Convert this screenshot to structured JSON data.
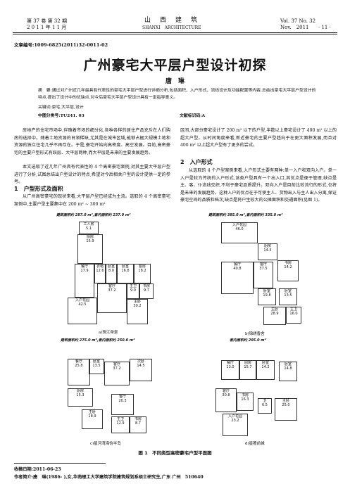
{
  "header": {
    "vol_issue_cn": "第 37 卷 第 32 期",
    "date_cn": "2 0 1 1 年 1 1 月",
    "journal_cn": "山　西　建　筑",
    "journal_en": "SHANXI　ARCHITECTURE",
    "vol_issue_en": "Vol. 37 No. 32",
    "date_en": "Nov.　2011",
    "page": "· 11 ·"
  },
  "article": {
    "article_no": "文章编号:1009-6825(2011)32-0011-02",
    "title": "广州豪宅大平层户型设计初探",
    "author": "唐　琳",
    "abstract": "摘　要:通过对广州近几年最具有代表性的豪宅大平层户型进行详细分析,包括面积、入户形式、流线设计及功能配置等内容,总结出豪宅大平层户型设计的特点,提出了设计中的优缺点,对今后豪宅大平层户型设计具有一定指导意义。",
    "keywords": "关键词:豪宅,大平层,设计",
    "clc": "中图分类号:TU241. 03",
    "doc_code": "文献标识码:A"
  },
  "body": {
    "left_p1": "房地产的住宅市场中,伴随着市场的细分化,各种各样的居住产品充斥在人们购房的选择中。随着土地资源的日渐稀缺,尤其是在城市区域,能够占据大规模土地和资源的独立住宅几乎不再存在。于是,豪宅开始向高密度、高空发展。目前,高密豪宅的主要户型形式有跃层、大平层两种,而大平层是未来的主要发展趋势。",
    "left_p2": "本文选取了近几年广州具有代表性的 4 个高密豪宅案例,对其主要大平层户型进行了分析,试图总结出户型设计的特点,希望对今后相关户型的设计提供一定的参考。",
    "sec1": "1　户型形式及面积",
    "left_p3": "从广州高密豪宅的现状来看,大平层户型已经成为主流。选取的 4 个高密豪宅案例中,主要户型主要集中在 200 m² ~ 300 m²",
    "right_p1": "区间,大部分豪宅设计了 200 m² 以下的户型,半数以上豪宅设计了 400 m² 以上的超大户型。从时间角度来看,新近豪宅的主要户型趋向于在更大面积发展,而且对 400 m² 以上超大户型有了更多的尝试。",
    "sec2": "2　入户形式",
    "right_p2": "从选取的 4 个户型案例来看,入户形式主要有两种:单一入户和双向入户。单一入户是较为传统的入户形式,该类户型具有一个出入口,其优点是便于管理,缺点是主、客、仆流线交织,不利于豪宅品质提升。双向入户是目前比较流行的形式,也将是未来的发展趋势。这种入户的优点在于可使主人、货物出入与主人出入分离,保证豪宅空间的品质和档次,缺点是将户生较大的公摊面积和交通面积(见图 1)。"
  },
  "figure": {
    "area_a": "建筑面积约 287.0 m²,套内面积约 237.0 m²",
    "area_b": "建筑面积约 385.0 m²,套内面积约 335.0 m²",
    "area_c": "建筑面积约 275.0 m²,套内面积约 250.0 m²",
    "area_d": "套内面积约 205.0 m²",
    "cap_a": "a)珠江帝景",
    "cap_b": "b)锦绣香舍",
    "cap_c": "c)星河湾海怡半岛",
    "cap_d": "d)星著前城",
    "caption": "图 1　不同类型高密豪宅户型平面图",
    "rooms_a": [
      {
        "name": "工人房",
        "val": "5.1"
      },
      {
        "name": "厨房",
        "val": "15.9"
      },
      {
        "name": "餐厅",
        "val": "17.9"
      },
      {
        "name": "衣帽",
        "val": "12.6"
      },
      {
        "name": "卧室",
        "val": "8.0"
      },
      {
        "name": "卧室",
        "val": "16.8"
      },
      {
        "name": "客房",
        "val": "18.2"
      },
      {
        "name": "入户花园",
        "val": "42.5"
      },
      {
        "name": "客厅",
        "val": "37.2"
      },
      {
        "name": "主卧",
        "val": "30.2"
      },
      {
        "name": "主卫",
        "val": "9.0"
      },
      {
        "name": "书房",
        "val": "9.7"
      }
    ],
    "rooms_b": [
      {
        "name": "入户花园",
        "val": "46.0"
      },
      {
        "name": "餐厅",
        "val": "40.8"
      },
      {
        "name": "厨房",
        "val": "14.5"
      },
      {
        "name": "客厅",
        "val": "37.5"
      },
      {
        "name": "书房",
        "val": "14.2"
      },
      {
        "name": "卧室",
        "val": "19.8"
      },
      {
        "name": "卧室",
        "val": "13.5"
      },
      {
        "name": "主卧",
        "val": "28.9"
      },
      {
        "name": "主卫",
        "val": "16.0"
      }
    ],
    "rooms_c": [
      {
        "name": "餐厅",
        "val": "25.8"
      },
      {
        "name": "卧室",
        "val": "13.5"
      },
      {
        "name": "客厅",
        "val": "37.2"
      },
      {
        "name": "次卧",
        "val": "14.5"
      },
      {
        "name": "厨房",
        "val": "15.3"
      },
      {
        "name": "客厅",
        "val": "20.3"
      },
      {
        "name": "主卧",
        "val": "18.9"
      },
      {
        "name": "主卫",
        "val": "12.9"
      },
      {
        "name": "书房",
        "val": "8.7"
      }
    ],
    "rooms_d": [
      {
        "name": "餐厅",
        "val": "13.0"
      },
      {
        "name": "厨房",
        "val": "15.7"
      },
      {
        "name": "卧室",
        "val": "14.2"
      },
      {
        "name": "卧室",
        "val": "14.8"
      },
      {
        "name": "客厅",
        "val": "30.8"
      },
      {
        "name": "书房",
        "val": "16.3"
      },
      {
        "name": "主卧",
        "val": "25.0"
      },
      {
        "name": "入户花园",
        "val": "23.2"
      },
      {
        "name": "卫",
        "val": "6.5"
      }
    ]
  },
  "footer": {
    "received": "收稿日期:2011-06-23",
    "author_bio": "作者简介:唐　琳(1986- ),女,华南理工大学建筑学院建筑规划系硕士研究生,广东 广州　510640"
  }
}
